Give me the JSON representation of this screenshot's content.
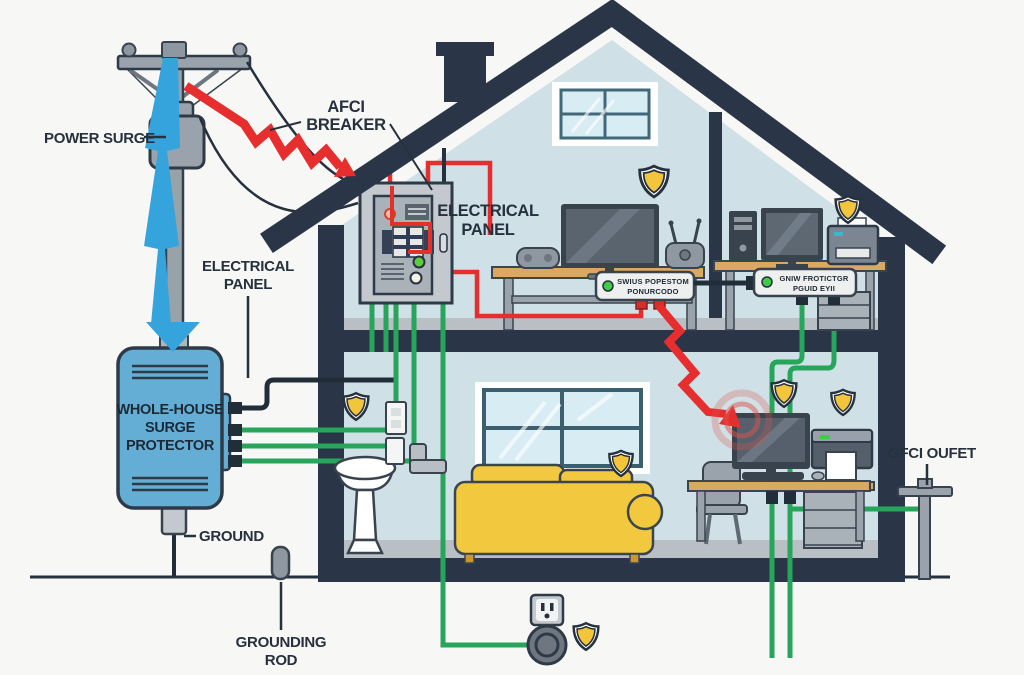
{
  "labels": {
    "power_surge": "POWER SURGE",
    "afci_breaker": {
      "line1": "AFCI",
      "line2": "BREAKER"
    },
    "electrical_panel": {
      "line1": "ELECTRICAL",
      "line2": "PANEL"
    },
    "whole_house_surge_protector": {
      "line1": "WHOLE-HOUSE",
      "line2": "SURGE",
      "line3": "PROTECTOR"
    },
    "ground": "GROUND",
    "grounding_rod": {
      "line1": "GROUNDING",
      "line2": "ROD"
    },
    "gfci_outlet": "GFCI OUFET"
  },
  "devices": {
    "tv_power_strip": {
      "line1": "SWIUS POPESTOM",
      "line2": "PONURCODO"
    },
    "office_power_strip": {
      "line1": "GNIW FROTICTGR",
      "line2": "PGUID EYII"
    }
  },
  "colors": {
    "surge_red": "#e62e2e",
    "lightning_blue": "#35a3dc",
    "wire_green": "#27a55a",
    "house_navy": "#2a3647",
    "interior_blue": "#cfe1e7",
    "protector_blue": "#64aed6",
    "shield_yellow": "#f2c53d",
    "sofa_yellow": "#f2c83e"
  }
}
